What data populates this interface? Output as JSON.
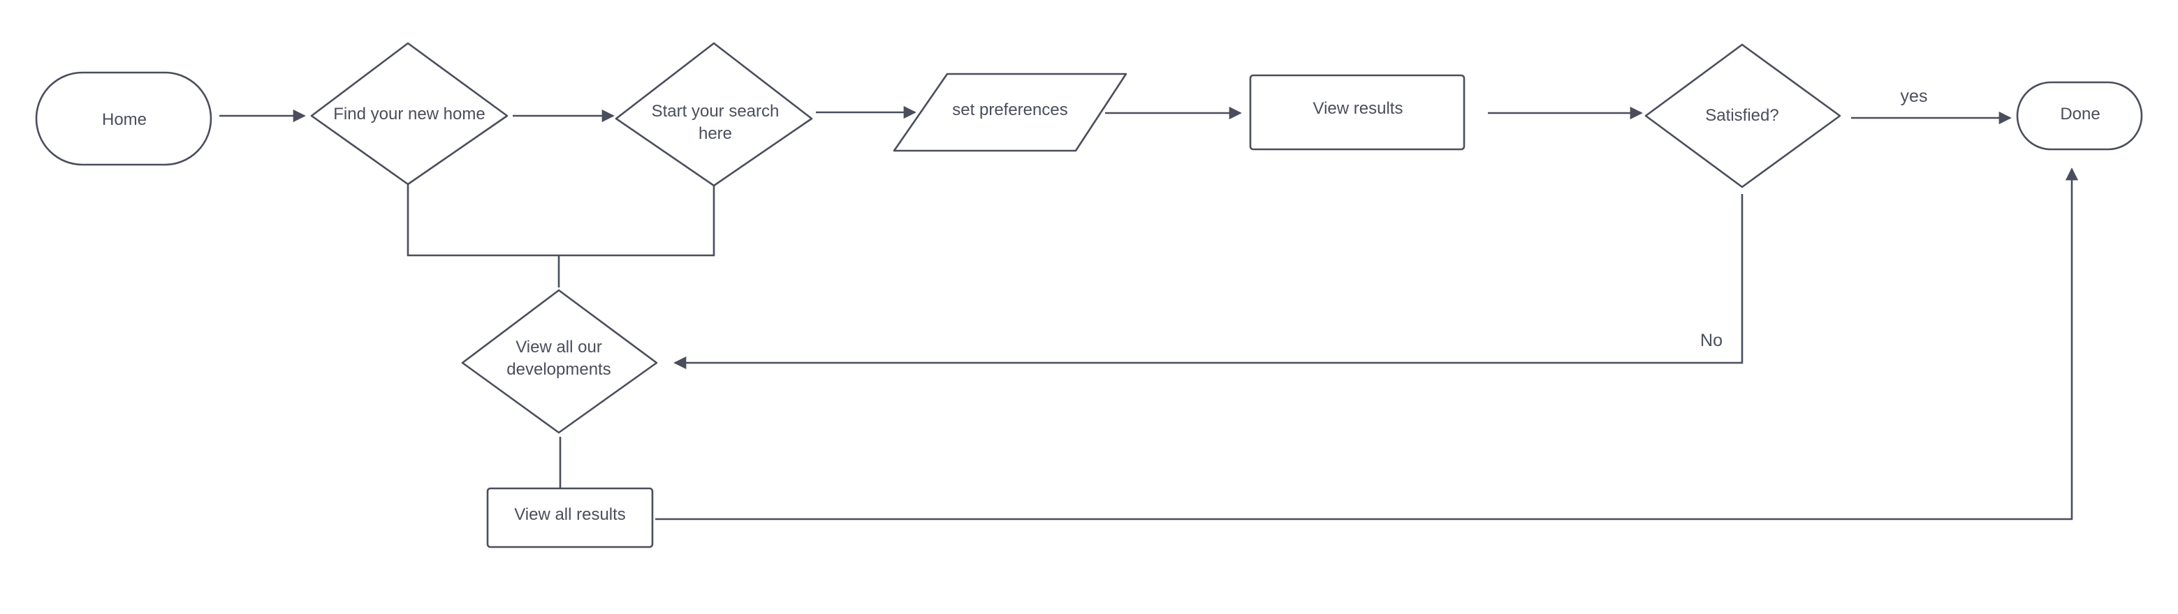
{
  "nodes": {
    "home": "Home",
    "find_home": "Find your new home",
    "start_search": "Start your search\nhere",
    "set_preferences": "set preferences",
    "view_results": "View results",
    "satisfied": "Satisfied?",
    "done": "Done",
    "view_developments": "View all our\ndevelopments",
    "view_all_results": "View all results"
  },
  "edge_labels": {
    "yes": "yes",
    "no": "No"
  },
  "colors": {
    "stroke": "#4a4e5c",
    "text": "#4a4e5c",
    "background": "#ffffff"
  }
}
